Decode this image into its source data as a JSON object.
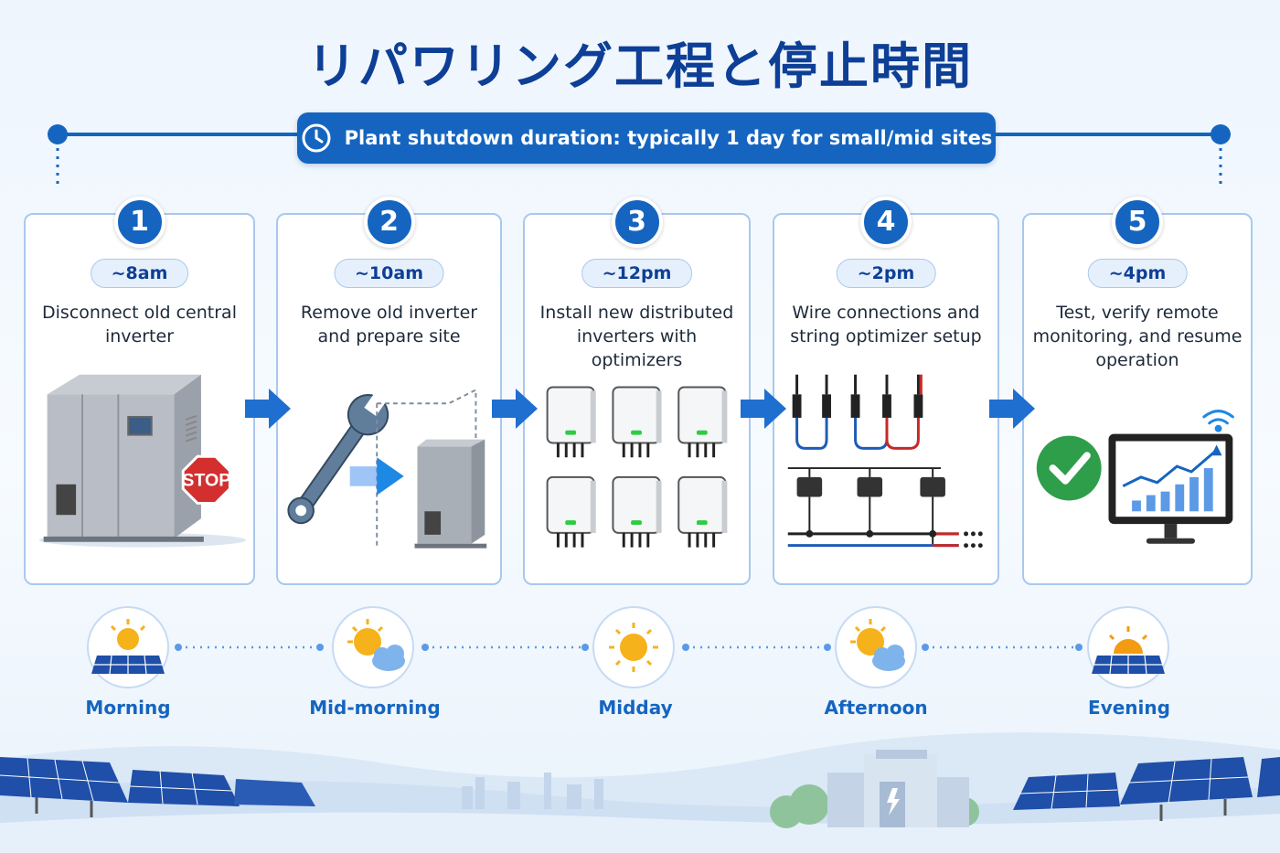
{
  "title": "リパワリング工程と停止時間",
  "banner": {
    "text": "Plant shutdown duration: typically 1 day for small/mid sites",
    "icon": "clock-icon"
  },
  "steps": [
    {
      "number": "1",
      "time": "~8am",
      "description": "Disconnect old central inverter",
      "stop_sign": "STOP"
    },
    {
      "number": "2",
      "time": "~10am",
      "description": "Remove old inverter and prepare site"
    },
    {
      "number": "3",
      "time": "~12pm",
      "description": "Install new distributed inverters with optimizers"
    },
    {
      "number": "4",
      "time": "~2pm",
      "description": "Wire connections and string optimizer setup"
    },
    {
      "number": "5",
      "time": "~4pm",
      "description": "Test, verify remote monitoring, and resume operation"
    }
  ],
  "phases": [
    {
      "label": "Morning",
      "icon": "sun-over-panels-icon"
    },
    {
      "label": "Mid-morning",
      "icon": "sun-cloud-icon"
    },
    {
      "label": "Midday",
      "icon": "sun-icon"
    },
    {
      "label": "Afternoon",
      "icon": "sun-cloud-icon"
    },
    {
      "label": "Evening",
      "icon": "sunset-panels-icon"
    }
  ],
  "colors": {
    "primary": "#1565c0",
    "title": "#0e3f96",
    "stop": "#d32f2f",
    "check": "#2e9e4a",
    "wire_red": "#c62828"
  }
}
